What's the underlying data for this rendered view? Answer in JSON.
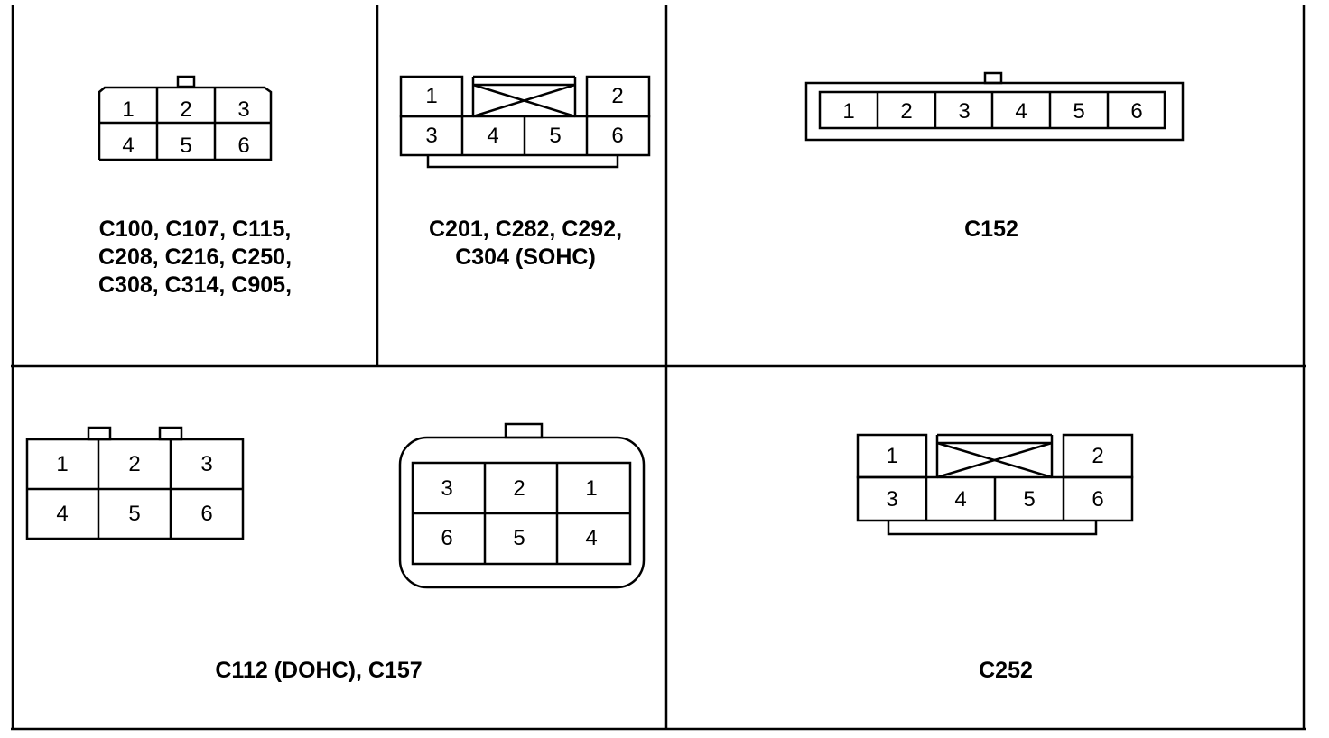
{
  "panels": {
    "top_left": {
      "caption": [
        "C100, C107, C115,",
        "C208, C216, C250,",
        "C308, C314, C905,"
      ],
      "pins_row1": [
        "1",
        "2",
        "3"
      ],
      "pins_row2": [
        "4",
        "5",
        "6"
      ]
    },
    "top_middle": {
      "caption": [
        "C201, C282, C292,",
        "C304 (SOHC)"
      ],
      "pins_row1": [
        "1",
        "2"
      ],
      "pins_row2": [
        "3",
        "4",
        "5",
        "6"
      ]
    },
    "top_right": {
      "caption": [
        "C152"
      ],
      "pins": [
        "1",
        "2",
        "3",
        "4",
        "5",
        "6"
      ]
    },
    "bottom_left": {
      "caption": [
        "C112 (DOHC), C157"
      ],
      "left_pins_row1": [
        "1",
        "2",
        "3"
      ],
      "left_pins_row2": [
        "4",
        "5",
        "6"
      ],
      "right_pins_row1": [
        "3",
        "2",
        "1"
      ],
      "right_pins_row2": [
        "6",
        "5",
        "4"
      ]
    },
    "bottom_right": {
      "caption": [
        "C252"
      ],
      "pins_row1": [
        "1",
        "2"
      ],
      "pins_row2": [
        "3",
        "4",
        "5",
        "6"
      ]
    }
  }
}
